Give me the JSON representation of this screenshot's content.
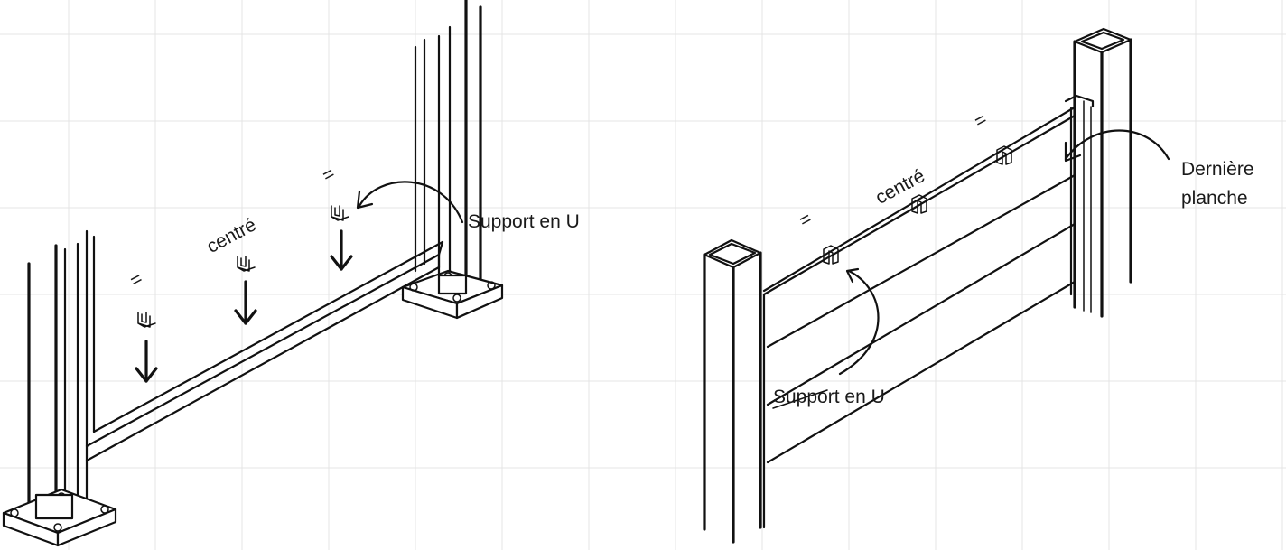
{
  "left_figure": {
    "label_equal_left": "=",
    "label_center": "centré",
    "label_equal_right": "=",
    "label_support": "Support en U"
  },
  "right_figure": {
    "label_equal_left": "=",
    "label_center": "centré",
    "label_equal_right": "=",
    "label_last_board_line1": "Dernière",
    "label_last_board_line2": "planche",
    "label_support": "Support en U"
  },
  "colors": {
    "ink": "#111111",
    "grid": "#e4e4e4",
    "background": "#ffffff"
  }
}
